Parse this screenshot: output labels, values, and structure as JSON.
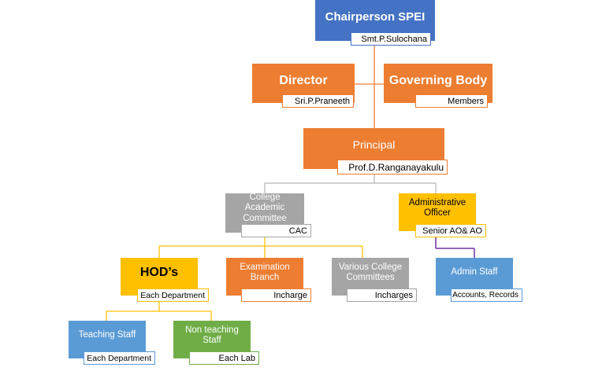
{
  "nodes": {
    "chairperson": {
      "title": "Chairperson SPEI",
      "sub": "Smt.P.Sulochana"
    },
    "director": {
      "title": "Director",
      "sub": "Sri.P.Praneeth"
    },
    "governing": {
      "title": "Governing Body",
      "sub": "Members"
    },
    "principal": {
      "title": "Principal",
      "sub": "Prof.D.Ranganayakulu"
    },
    "academic": {
      "title": "College Academic Committee",
      "sub": "CAC"
    },
    "admin_officer": {
      "title": "Administrative Officer",
      "sub": "Senior AO& AO"
    },
    "hods": {
      "title": "HOD’s",
      "sub": "Each Department"
    },
    "exam": {
      "title": "Examination Branch",
      "sub": "Incharge"
    },
    "committees": {
      "title": "Various College Committees",
      "sub": "Incharges"
    },
    "admin_staff": {
      "title": "Admin Staff",
      "sub": "Accounts, Records"
    },
    "teaching": {
      "title": "Teaching Staff",
      "sub": "Each Department"
    },
    "nonteaching": {
      "title": "Non teaching Staff",
      "sub": "Each Lab"
    }
  },
  "colors": {
    "chairperson": "#4472c4",
    "orange": "#ed7d31",
    "grey": "#a5a5a5",
    "gold": "#ffc000",
    "light_blue": "#5b9bd5",
    "green": "#70ad47"
  }
}
